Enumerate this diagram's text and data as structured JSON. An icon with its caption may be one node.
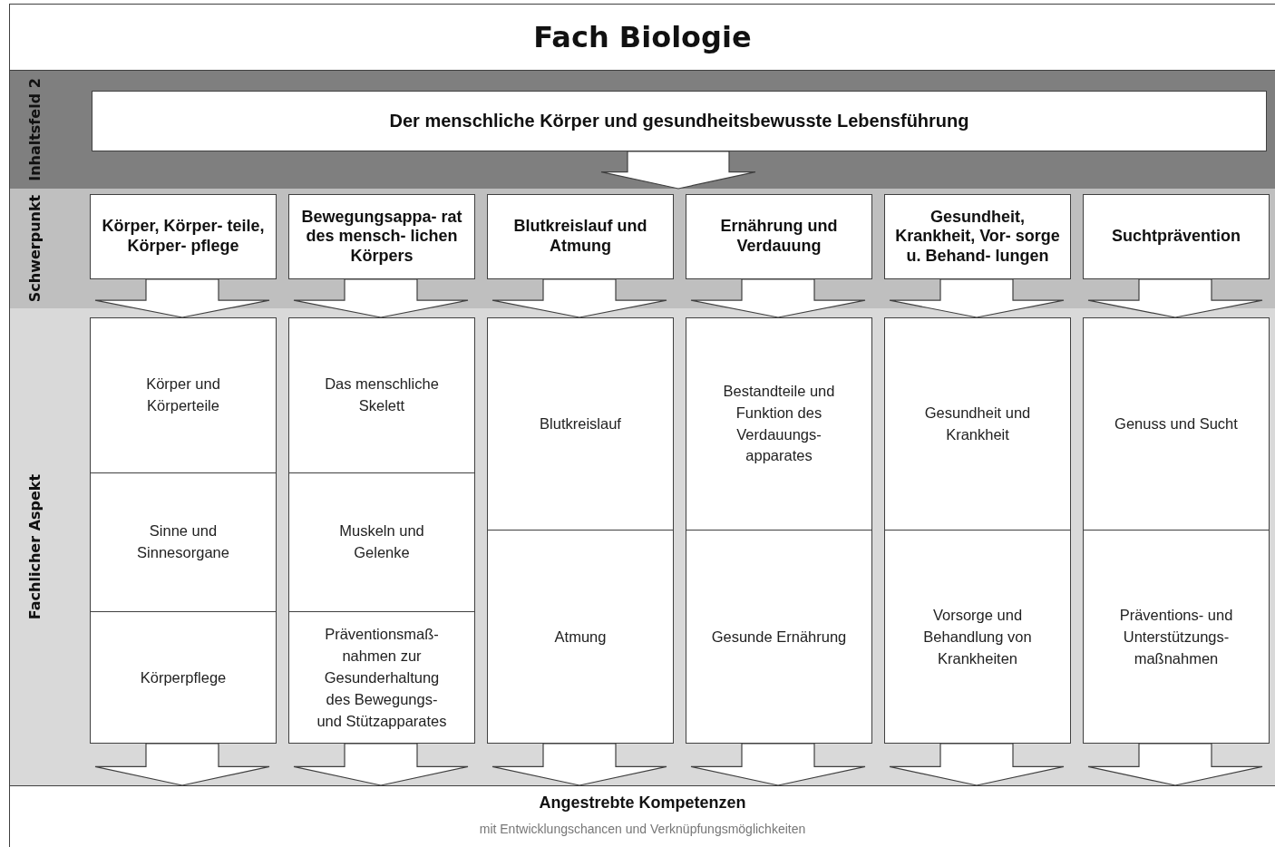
{
  "diagram": {
    "nodes": [
      {
        "text": [
          "Fach Biologie"
        ]
      },
      {
        "text": [
          "Inhaltsfeld 2"
        ]
      },
      {
        "text": [
          "Der menschliche Körper und gesundheitsbewusste Lebensführung"
        ],
        "in": 1
      },
      {
        "text": [
          "Schwerpunkt"
        ]
      },
      {
        "text": [
          "Körper, Körper- teile, Körper- pflege"
        ],
        "in": 3
      },
      {
        "text": [
          "Bewegungsappa- rat des mensch- lichen Körpers"
        ],
        "in": 3
      },
      {
        "text": [
          "Blutkreislauf und Atmung"
        ],
        "in": 3
      },
      {
        "text": [
          "Ernährung und Verdauung"
        ],
        "in": 3
      },
      {
        "text": [
          "Gesundheit, Krankheit, Vor- sorge u. Behand- lungen"
        ],
        "in": 3
      },
      {
        "text": [
          "Suchtprävention"
        ],
        "in": 3
      },
      {
        "text": [
          "Fachlicher Aspekt"
        ]
      },
      {
        "text": [],
        "shape": "box",
        "in": 10
      },
      {
        "text": [
          "Körper und Körperteile"
        ],
        "in": 11
      },
      {
        "text": [
          "Sinne und Sinnesorgane"
        ],
        "in": 11
      },
      {
        "text": [
          "Körperpflege"
        ],
        "in": 11
      },
      {
        "text": [],
        "shape": "box",
        "in": 10
      },
      {
        "text": [
          "Das menschliche Skelett"
        ],
        "in": 15
      },
      {
        "text": [
          "Muskeln und Gelenke"
        ],
        "in": 15
      },
      {
        "text": [
          "Präventionsmaß- nahmen zur Gesunderhaltung des Bewegungs- und Stützapparates"
        ],
        "in": 15
      },
      {
        "text": [],
        "shape": "box",
        "in": 10
      },
      {
        "text": [
          "Blutkreislauf"
        ],
        "in": 19
      },
      {
        "text": [
          "Atmung"
        ],
        "in": 19
      },
      {
        "text": [],
        "shape": "box",
        "in": 10
      },
      {
        "text": [
          "Bestandteile und Funktion des Verdauungs- apparates"
        ],
        "in": 22
      },
      {
        "text": [
          "Gesunde Ernährung"
        ],
        "in": 22
      },
      {
        "text": [],
        "shape": "box",
        "in": 10
      },
      {
        "text": [
          "Gesundheit und Krankheit"
        ],
        "in": 25
      },
      {
        "text": [
          "Vorsorge und Behandlung von Krankheiten"
        ],
        "in": 25
      },
      {
        "text": [],
        "shape": "box",
        "in": 10
      },
      {
        "text": [
          "Genuss und Sucht"
        ],
        "in": 28
      },
      {
        "text": [
          "Präventions- und Unterstützungs- maßnahmen"
        ],
        "in": 28
      },
      {
        "text": [
          "Angestrebte Kompetenzen",
          "mit Entwicklungschancen und Verknüpfungsmöglichkeiten"
        ]
      }
    ],
    "edges": [
      {
        "from": 2,
        "to": 3,
        "arrow": "to"
      },
      {
        "from": 4,
        "to": 11,
        "arrow": "to"
      },
      {
        "from": 5,
        "to": 15,
        "arrow": "to"
      },
      {
        "from": 6,
        "to": 19,
        "arrow": "to"
      },
      {
        "from": 7,
        "to": 22,
        "arrow": "to"
      },
      {
        "from": 8,
        "to": 25,
        "arrow": "to"
      },
      {
        "from": 9,
        "to": 28,
        "arrow": "to"
      },
      {
        "from": 11,
        "to": 31,
        "arrow": "to"
      },
      {
        "from": 15,
        "to": 31,
        "arrow": "to"
      },
      {
        "from": 19,
        "to": 31,
        "arrow": "to"
      },
      {
        "from": 22,
        "to": 31,
        "arrow": "to"
      },
      {
        "from": 25,
        "to": 31,
        "arrow": "to"
      },
      {
        "from": 28,
        "to": 31,
        "arrow": "to"
      }
    ]
  }
}
